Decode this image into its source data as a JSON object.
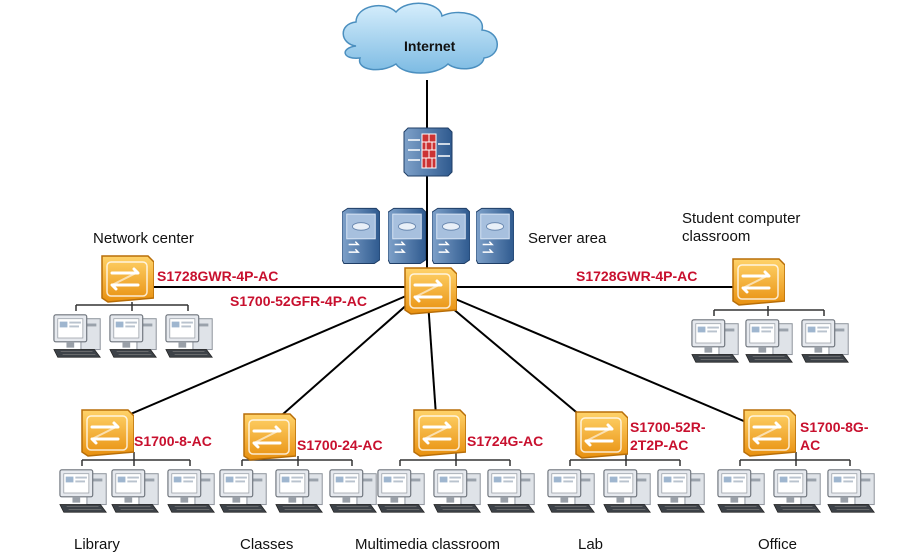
{
  "internet": "Internet",
  "server_area": "Server area",
  "network_center": "Network center",
  "student_classroom": "Student computer classroom",
  "core_switch": "S1700-52GFR-4P-AC",
  "left_switch": "S1728GWR-4P-AC",
  "right_switch": "S1728GWR-4P-AC",
  "access_switches": [
    {
      "model": "S1700-8-AC",
      "area": "Library"
    },
    {
      "model": "S1700-24-AC",
      "area": "Classes"
    },
    {
      "model": "S1724G-AC",
      "area": "Multimedia classroom"
    },
    {
      "model": "S1700-52R-2T2P-AC",
      "area": "Lab"
    },
    {
      "model": "S1700-8G-AC",
      "area": "Office"
    }
  ],
  "colors": {
    "label_red": "#c8102e",
    "switch_orange": "#f4a51c",
    "cloud_blue": "#8fc8ea"
  }
}
